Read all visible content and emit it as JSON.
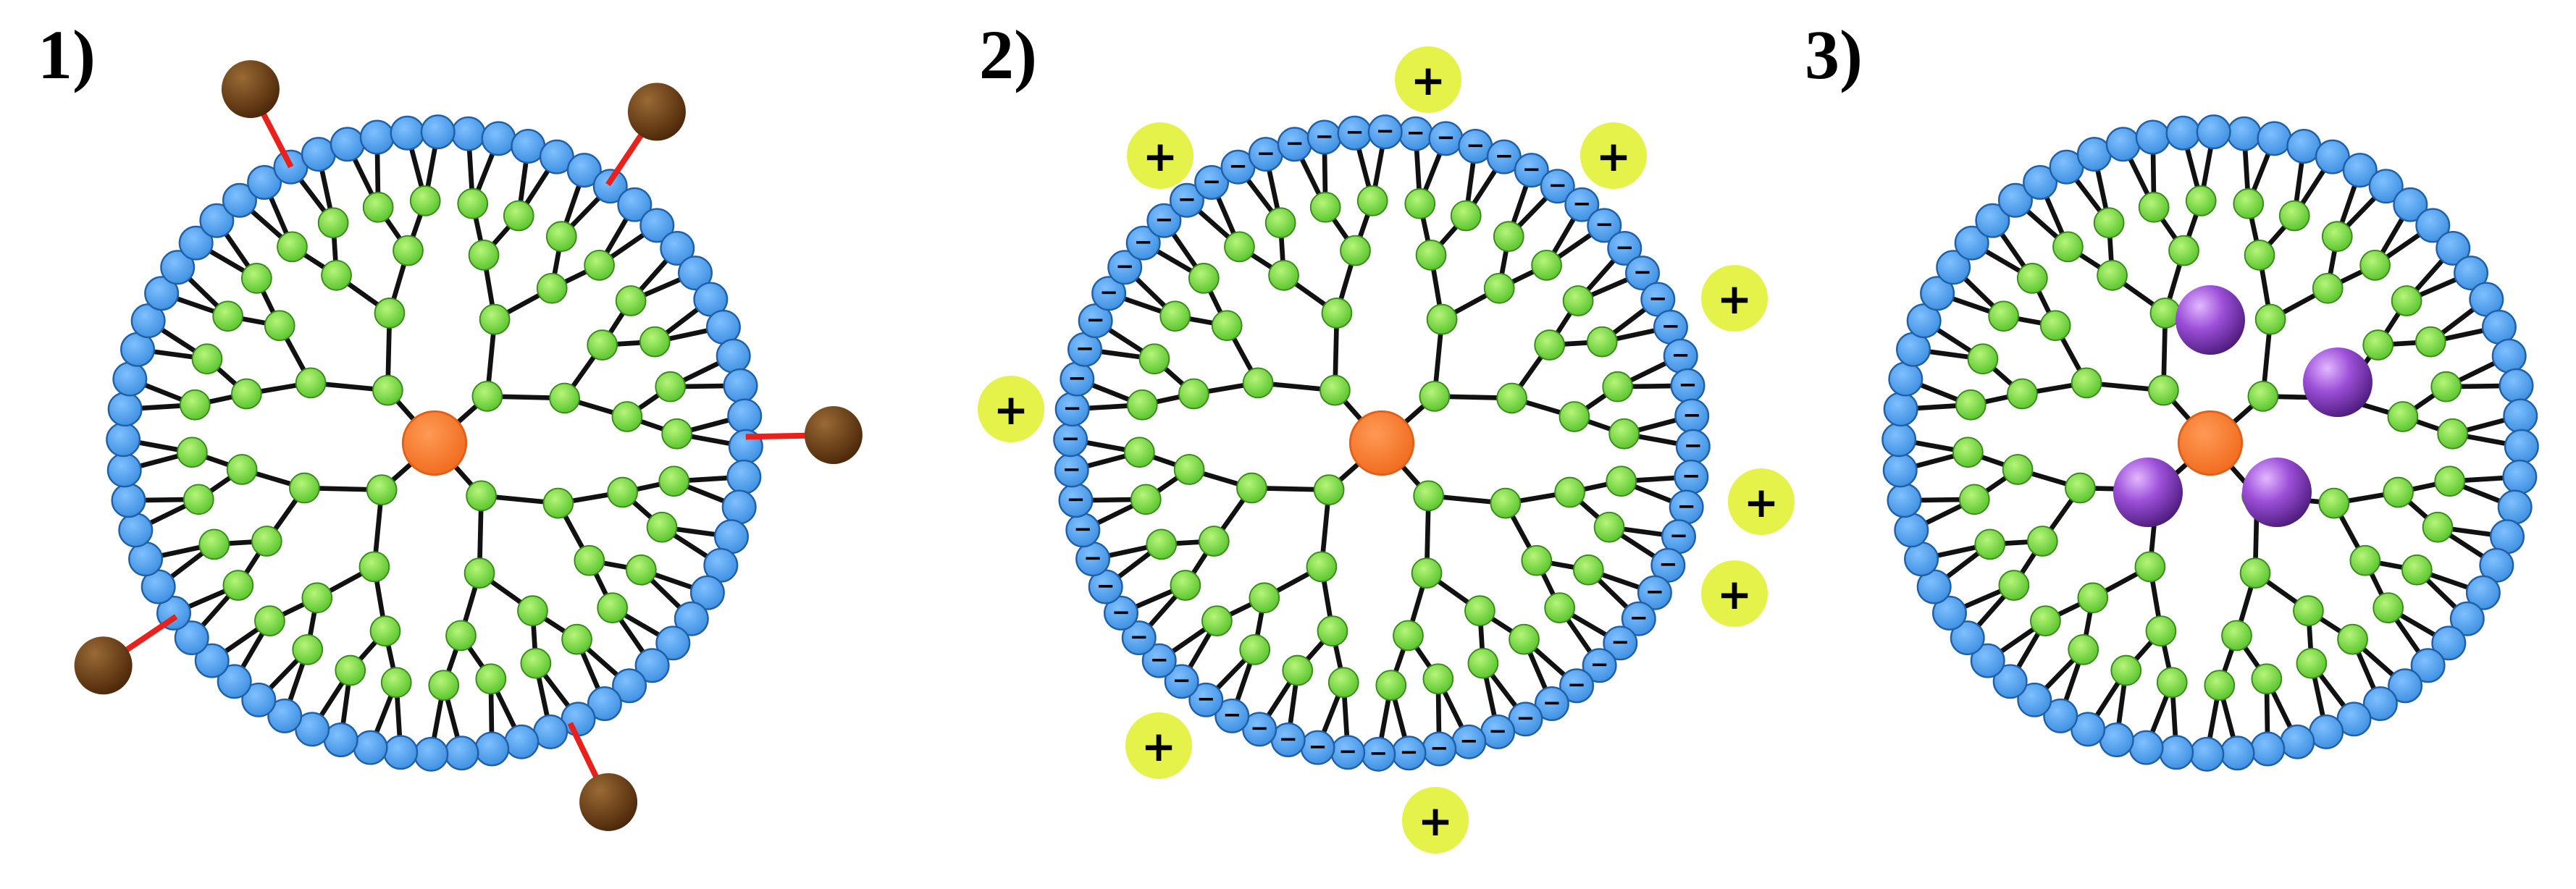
{
  "panels": [
    {
      "label": "1)",
      "variant": "surface-ligands"
    },
    {
      "label": "2)",
      "variant": "electrostatic"
    },
    {
      "label": "3)",
      "variant": "encapsulated"
    }
  ],
  "symbols": {
    "negative": "−",
    "positive": "+"
  },
  "colors": {
    "core": "#f47b2a",
    "core_stroke": "#e0601a",
    "branch_node": "#6fd63a",
    "branch_node_stroke": "#3a8a1a",
    "surface_group": "#4a9be8",
    "surface_group_stroke": "#1f5fa8",
    "bond": "#111111",
    "ligand_linker": "#e8211c",
    "ligand_ball": "#5c3210",
    "counter_ion": "#e4f24a",
    "guest_molecule": "#8a3fc8"
  },
  "icons": {
    "core": "orange-core-circle",
    "branch_node": "green-node-circle",
    "surface_group": "blue-terminal-circle",
    "ligand": "brown-ligand-ball",
    "counter_ion": "yellow-plus-ion",
    "guest": "purple-guest-sphere"
  }
}
